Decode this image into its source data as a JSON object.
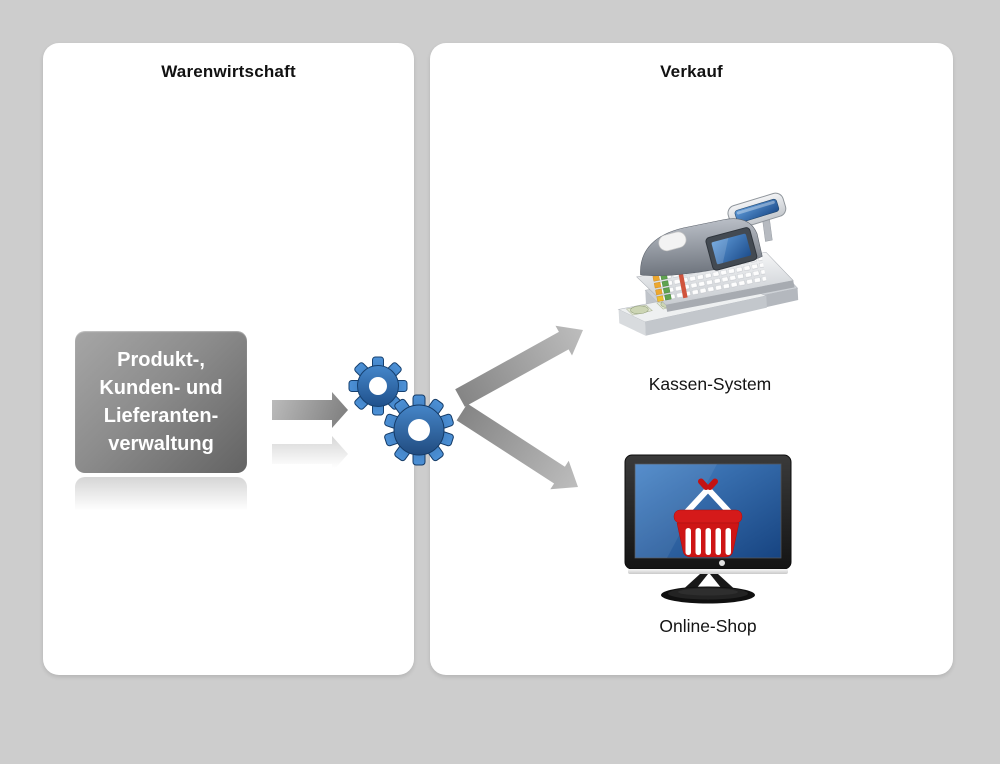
{
  "app": {
    "background_color": "#cdcdcd",
    "panel_color": "#ffffff"
  },
  "panels": {
    "left": {
      "title": "Warenwirtschaft"
    },
    "right": {
      "title": "Verkauf"
    }
  },
  "process_box": {
    "line1": "Produkt-,",
    "line2": "Kunden- und",
    "line3": "Lieferanten-",
    "line4": "verwaltung",
    "color_top": "#a6a6a6",
    "color_bottom": "#636363"
  },
  "connector": {
    "icon": "gears",
    "gear_blue_light": "#4d92d8",
    "gear_blue_dark": "#1c4c86",
    "arrow_gray": "#8a8a8a"
  },
  "nodes": {
    "kassen": {
      "label": "Kassen-System",
      "icon": "cash-register"
    },
    "shop": {
      "label": "Online-Shop",
      "icon": "online-shop-monitor",
      "basket_red": "#ce1515",
      "screen_blue": "#2f6cb0"
    }
  }
}
